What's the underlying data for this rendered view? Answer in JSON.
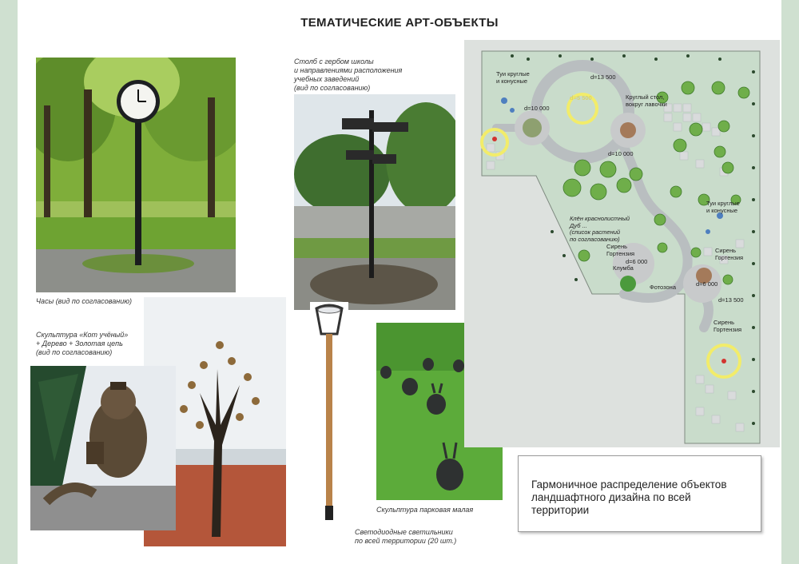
{
  "page": {
    "title": "ТЕМАТИЧЕСКИЕ АРТ-ОБЪЕКТЫ"
  },
  "captions": {
    "clock": "Часы (вид по согласованию)",
    "signpost": "Столб с гербом школы\nи направлениями расположения\nучебных заведений\n(вид по согласованию)",
    "cat": "Скульптура «Кот учёный»\n+ Дерево + Золотая цепь\n(вид по согласованию)",
    "rabbits": "Скульптура парковая малая",
    "lights": "Светодиодные светильники\nпо всей территории (20 шт.)"
  },
  "plan": {
    "labels": {
      "thuja_top": "Туи круглые\nи конусные",
      "d13500_top": "d=13 500",
      "round_table": "Круглый стол,\nвокруг лавочки",
      "d5500": "d=5 500",
      "d10000_left": "d=10 000",
      "d10000_right": "d=10 000",
      "thuja_right": "Туи круглые\nи конусные",
      "maple": "Клён краснолистный\nДуб ...\n(список растений\nпо согласованию)",
      "lilac_mid": "Сирень\nГортензия",
      "lilac_right": "Сирень\nГортензия",
      "d6000_mid": "d=6 000",
      "klumba": "Клумба",
      "photozone": "Фотозона",
      "d6000_right": "d=6 000",
      "d13500_bottom": "d=13 500",
      "lilac_bottom": "Сирень\nГортензия"
    }
  },
  "note": {
    "text": "Гармоничное распределение объектов ландшафтного дизайна по всей территории"
  },
  "colors": {
    "side_band": "#cfe0d0",
    "plan_lawn": "#c9dccb",
    "plan_path": "#b9bec0",
    "highlight": "#f2ec6a"
  }
}
